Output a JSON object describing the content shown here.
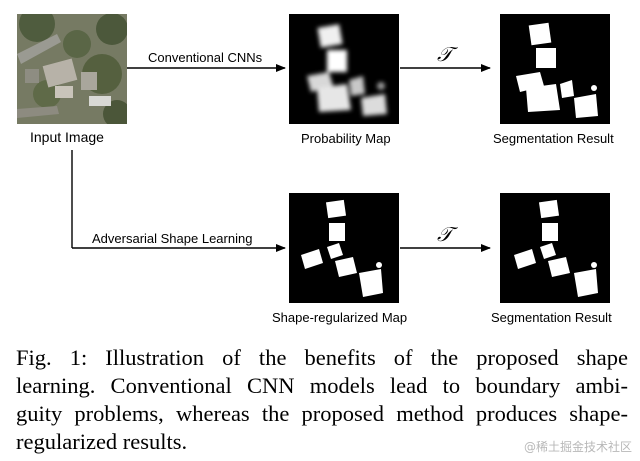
{
  "figure": {
    "input_label": "Input Image",
    "top_branch": {
      "arrow_label": "Conventional CNNs",
      "map_label": "Probability Map",
      "transform_symbol": "𝒯",
      "result_label": "Segmentation Result"
    },
    "bottom_branch": {
      "arrow_label": "Adversarial Shape Learning",
      "map_label": "Shape-regularized Map",
      "transform_symbol": "𝒯",
      "result_label": "Segmentation Result"
    }
  },
  "caption": {
    "lines": [
      "Fig. 1: Illustration of the benefits of the proposed shape",
      "learning. Conventional CNN models lead to boundary ambi-",
      "guity problems, whereas the proposed method produces shape-",
      "regularized results."
    ]
  },
  "watermark": "@稀土掘金技术社区"
}
